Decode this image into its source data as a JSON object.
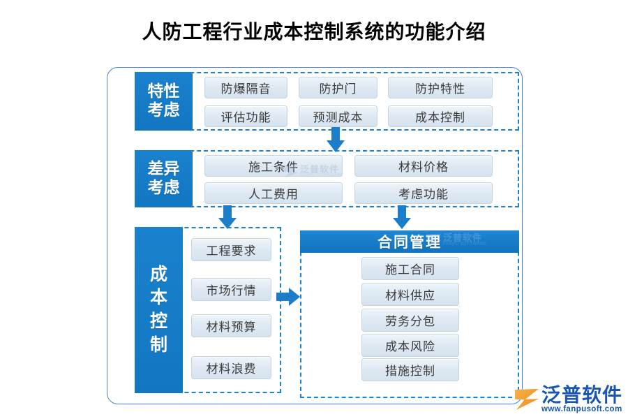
{
  "page": {
    "title": "人防工程行业成本控制系统的功能介绍",
    "accent_blue": "#1878c4",
    "frame_blue": "#4a7fd4",
    "chip_bg": "#dde8f2",
    "dashed_blue": "#1d7fd0"
  },
  "sections": [
    {
      "id": "feature",
      "label": "特性\n考虑",
      "label_line1": "特性",
      "label_line2": "考虑",
      "items": [
        "防爆隔音",
        "防护门",
        "防护特性",
        "评估功能",
        "预测成本",
        "成本控制"
      ]
    },
    {
      "id": "variance",
      "label_line1": "差异",
      "label_line2": "考虑",
      "items": [
        "施工条件",
        "材料价格",
        "人工费用",
        "考虑功能"
      ]
    },
    {
      "id": "cost-control",
      "label_chars": [
        "成",
        "本",
        "控",
        "制"
      ],
      "items": [
        "工程要求",
        "市场行情",
        "材料预算",
        "材料浪费"
      ]
    }
  ],
  "contract_panel": {
    "header": "合同管理",
    "items": [
      "施工合同",
      "材料供应",
      "劳务分包",
      "成本风险",
      "措施控制"
    ]
  },
  "arrows": [
    {
      "name": "arrow-feature-to-variance",
      "direction": "down"
    },
    {
      "name": "arrow-variance-to-cost",
      "direction": "down"
    },
    {
      "name": "arrow-variance-to-contract",
      "direction": "down"
    },
    {
      "name": "arrow-cost-to-contract",
      "direction": "right"
    }
  ],
  "watermarks": [
    {
      "text": "泛普软件",
      "sub": "FANPU SOFTWARE"
    },
    {
      "text": "泛普软件",
      "sub": "FANPU SOFTWARE"
    }
  ],
  "logo": {
    "brand": "泛普软件",
    "url": "www.fanpusoft.com"
  }
}
